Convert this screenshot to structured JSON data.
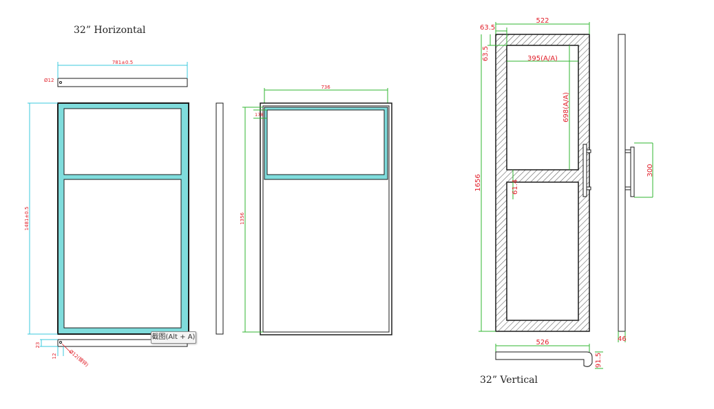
{
  "titles": {
    "horizontal": "32” Horizontal",
    "vertical": "32”  Vertical"
  },
  "tooltip": "截图(Alt + A)",
  "colors": {
    "line": "#1a1a1a",
    "glass": "#7fdcdc",
    "dim_red": "#e0202a",
    "dim_green": "#2fb52f",
    "dim_cyan": "#38c8dc",
    "hatch": "#555555"
  },
  "dimensions": {
    "h_top_width": "781±0.5",
    "h_top_dia": "Ø12",
    "h_height": "1481±0.5",
    "h_bottom_23": "23",
    "h_bottom_12": "12",
    "h_bottom_dia": "Ø12(镀锌)",
    "m_width": "736",
    "m_height": "1356",
    "m_top": "178",
    "v_width_top": "522",
    "v_offset_x": "63.5",
    "v_offset_y": "63.5",
    "v_inner_width": "395(A/A)",
    "v_inner_height": "698(A/A)",
    "v_total_height": "1656",
    "v_mullion": "61.4",
    "v_handle": "300",
    "v_side_depth": "46",
    "v_bottom_width": "526",
    "v_bottom_depth": "91.5"
  }
}
